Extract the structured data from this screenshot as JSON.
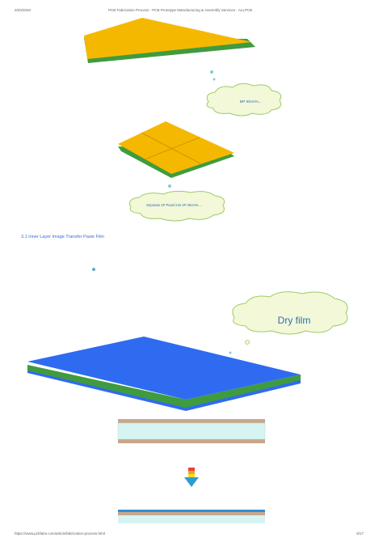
{
  "header": {
    "date": "3/20/2020",
    "title": "PCB Fabrication Process - PCB Prototype Manufacturing & Assembly Services - ALLPCB"
  },
  "footer": {
    "url": "https://www.pcbfabs.com/article/fabrication-process.html",
    "page": "8/17"
  },
  "clouds": {
    "first": "MP 50cm%...",
    "second": "Separate 4P Panel into 4P 25cm%...",
    "third": "Dry film"
  },
  "section_heading": "3.1 Inner Layer Image Transfer Paste Film",
  "colors": {
    "panel_gold": "#f5b800",
    "panel_green": "#3f9b3f",
    "panel_blue": "#2f6bf0",
    "cloud_fill": "#f2f8d8",
    "cloud_stroke": "#9ccc66",
    "strip_copper": "#c9a88a",
    "strip_core": "#d6f4f2"
  }
}
